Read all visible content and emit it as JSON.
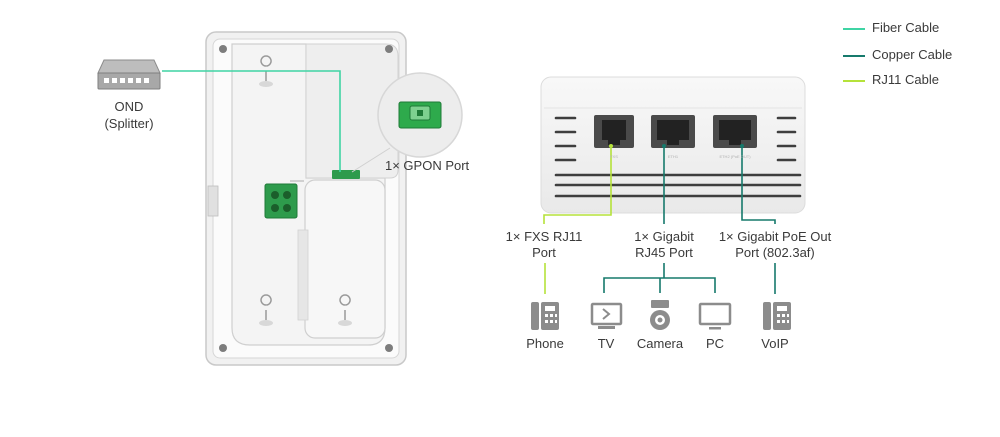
{
  "legend": {
    "fiber": "Fiber Cable",
    "copper": "Copper Cable",
    "rj11": "RJ11 Cable"
  },
  "colors": {
    "fiber": "#3fd4a4",
    "copper": "#167a6c",
    "rj11": "#b5e23a",
    "device_gray": "#8c8c8c",
    "terminal_green": "#2e9b4c"
  },
  "left_panel": {
    "ond_label": "OND",
    "ond_sub": "(Splitter)",
    "gpon_label": "1× GPON Port"
  },
  "right_panel": {
    "fxs_label_1": "1× FXS RJ11",
    "fxs_label_2": "Port",
    "eth_label_1": "1× Gigabit",
    "eth_label_2": "RJ45 Port",
    "poe_label_1": "1× Gigabit PoE Out",
    "poe_label_2": "Port (802.3af)",
    "port_tag_fxs": "FXS",
    "port_tag_eth1": "ETH1",
    "port_tag_poe": "ETH2 (PoE OUT)"
  },
  "devices": {
    "phone": "Phone",
    "tv": "TV",
    "camera": "Camera",
    "pc": "PC",
    "voip": "VoIP"
  },
  "icons": [
    "splitter-icon",
    "phone-icon",
    "tv-icon",
    "camera-icon",
    "pc-icon",
    "voip-icon"
  ]
}
